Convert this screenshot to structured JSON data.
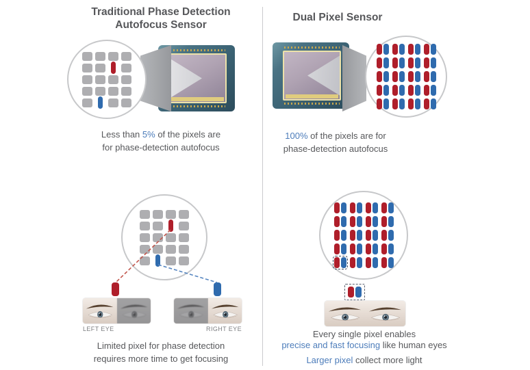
{
  "colors": {
    "red": "#AF1E2A",
    "blue": "#2F6BAE",
    "gray_pixel": "#AEAEB1",
    "text": "#56575A",
    "blue_text": "#4C7CBA",
    "muted": "#7C7D80",
    "divider": "#CBCBCD"
  },
  "panels": {
    "top_left": {
      "title_line1": "Traditional Phase Detection",
      "title_line2": "Autofocus Sensor",
      "caption_pre": "Less than ",
      "caption_highlight": "5%",
      "caption_post": " of the pixels are",
      "caption_line2": "for phase-detection autofocus"
    },
    "top_right": {
      "title": "Dual Pixel Sensor",
      "caption_highlight": "100%",
      "caption_post": " of the pixels are for",
      "caption_line2": "phase-detection autofocus"
    },
    "bottom_left": {
      "left_eye_label": "LEFT EYE",
      "right_eye_label": "RIGHT EYE",
      "caption_line1": "Limited pixel for phase detection",
      "caption_line2": "requires more time to get focusing"
    },
    "bottom_right": {
      "caption_line1": "Every single pixel enables",
      "caption_line2_highlight": "precise and fast focusing",
      "caption_line2_rest": " like human eyes",
      "caption_line3_highlight": "Larger pixel",
      "caption_line3_rest": " collect more light"
    }
  },
  "grids": {
    "traditional_top": {
      "type": "squares",
      "rows": 5,
      "cols": 4,
      "special": [
        {
          "row": 1,
          "col": 2,
          "color": "red"
        },
        {
          "row": 4,
          "col": 1,
          "color": "blue"
        }
      ]
    },
    "traditional_bottom": {
      "type": "squares",
      "rows": 5,
      "cols": 4,
      "special": [
        {
          "row": 1,
          "col": 2,
          "color": "red"
        },
        {
          "row": 4,
          "col": 1,
          "color": "blue"
        }
      ]
    },
    "dual_top": {
      "type": "pairs",
      "rows": 5,
      "pairs": 4
    },
    "dual_bottom": {
      "type": "pairs",
      "rows": 5,
      "pairs": 4,
      "outlined": {
        "row": 4,
        "pair": 0
      }
    }
  }
}
